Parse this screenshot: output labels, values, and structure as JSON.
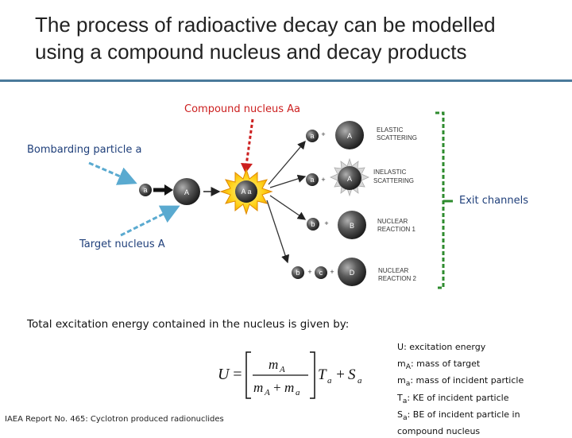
{
  "title": "The process of radioactive decay can be modelled using a compound nucleus and decay products",
  "labels": {
    "compound": "Compound nucleus Aa",
    "bombarding": "Bombarding particle a",
    "target": "Target nucleus A",
    "exit": "Exit channels"
  },
  "incoming": {
    "particle": "a",
    "target": "A",
    "compound": "A a"
  },
  "channels": [
    {
      "name": "ELASTIC SCATTERING",
      "line1": "ELASTIC",
      "line2": "SCATTERING",
      "small": [
        "a"
      ],
      "big": "A"
    },
    {
      "name": "INELASTIC SCATTERING",
      "line1": "INELASTIC",
      "line2": "SCATTERING",
      "small": [
        "a"
      ],
      "big": "A"
    },
    {
      "name": "NUCLEAR REACTION 1",
      "line1": "NUCLEAR",
      "line2": "REACTION 1",
      "small": [
        "b"
      ],
      "big": "B"
    },
    {
      "name": "NUCLEAR REACTION 2",
      "line1": "NUCLEAR",
      "line2": "REACTION 2",
      "small": [
        "b",
        "c"
      ],
      "big": "D"
    }
  ],
  "plus": "+",
  "energy_text": "Total excitation energy contained in the nucleus is given by:",
  "formula": {
    "U": "U",
    "eq": "=",
    "mA": "m",
    "sub_A": "A",
    "ma": "m",
    "sub_a": "a",
    "plus": "+",
    "T": "T",
    "S": "S"
  },
  "definitions": [
    {
      "sym": "U",
      "sub": "",
      "text": ": excitation energy"
    },
    {
      "sym": "m",
      "sub": "A",
      "text": ": mass of target"
    },
    {
      "sym": "m",
      "sub": "a",
      "text": ": mass of incident particle"
    },
    {
      "sym": "T",
      "sub": "a",
      "text": ": KE of incident particle"
    },
    {
      "sym": "S",
      "sub": "a",
      "text": ": BE of incident particle in"
    },
    {
      "sym": "",
      "sub": "",
      "text": "compound nucleus"
    }
  ],
  "reference": "IAEA Report No. 465: Cyclotron produced radionuclides",
  "colors": {
    "red": "#cc1f1f",
    "blue": "#1f3f7a",
    "dashed_blue": "#5aaad0",
    "green": "#2e8b2e",
    "rule": "#4a7a9a"
  }
}
